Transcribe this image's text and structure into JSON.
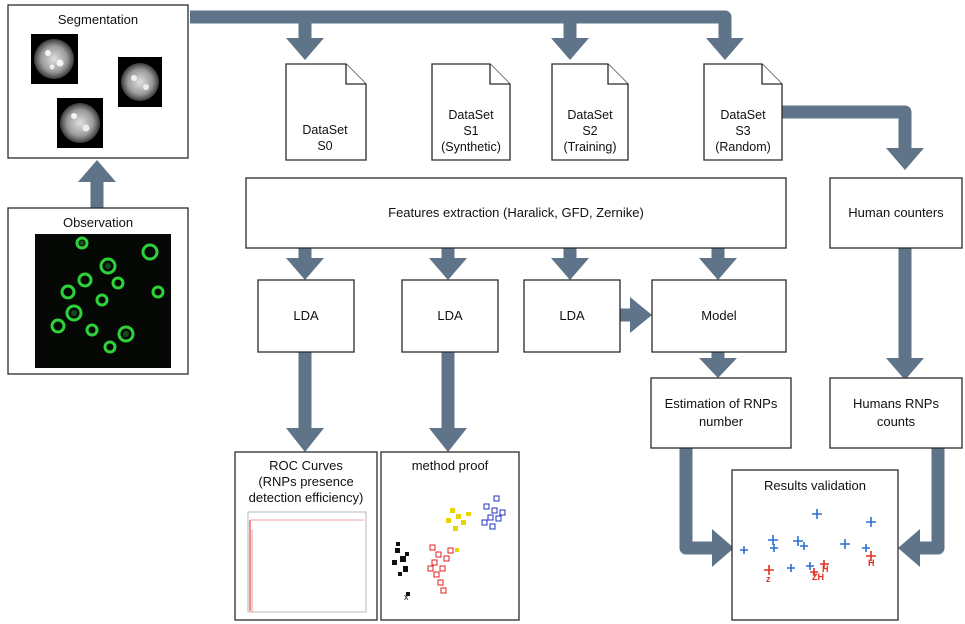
{
  "nodes": {
    "segmentation": "Segmentation",
    "observation": "Observation",
    "dataset_s0": [
      "DataSet",
      "S0"
    ],
    "dataset_s1": [
      "DataSet",
      "S1",
      "(Synthetic)"
    ],
    "dataset_s2": [
      "DataSet",
      "S2",
      "(Training)"
    ],
    "dataset_s3": [
      "DataSet",
      "S3",
      "(Random)"
    ],
    "features": "Features extraction (Haralick, GFD, Zernike)",
    "human_counters": "Human counters",
    "lda_1": "LDA",
    "lda_2": "LDA",
    "lda_3": "LDA",
    "model": "Model",
    "estimation": [
      "Estimation of RNPs",
      "number"
    ],
    "humans_counts": [
      "Humans RNPs",
      "counts"
    ],
    "roc": [
      "ROC Curves",
      "(RNPs presence",
      "detection efficiency)"
    ],
    "method_proof": "method proof",
    "results_validation": "Results validation"
  },
  "colors": {
    "arrow": "#5f7488",
    "border": "#2b2b2b",
    "cell_green": "#2fd13a",
    "scatter_black": "#111111",
    "scatter_red": "#e02020",
    "scatter_yellow": "#e8d400",
    "scatter_blue": "#2030c0",
    "validation_blue": "#2a6fd0",
    "validation_red": "#e03020"
  }
}
